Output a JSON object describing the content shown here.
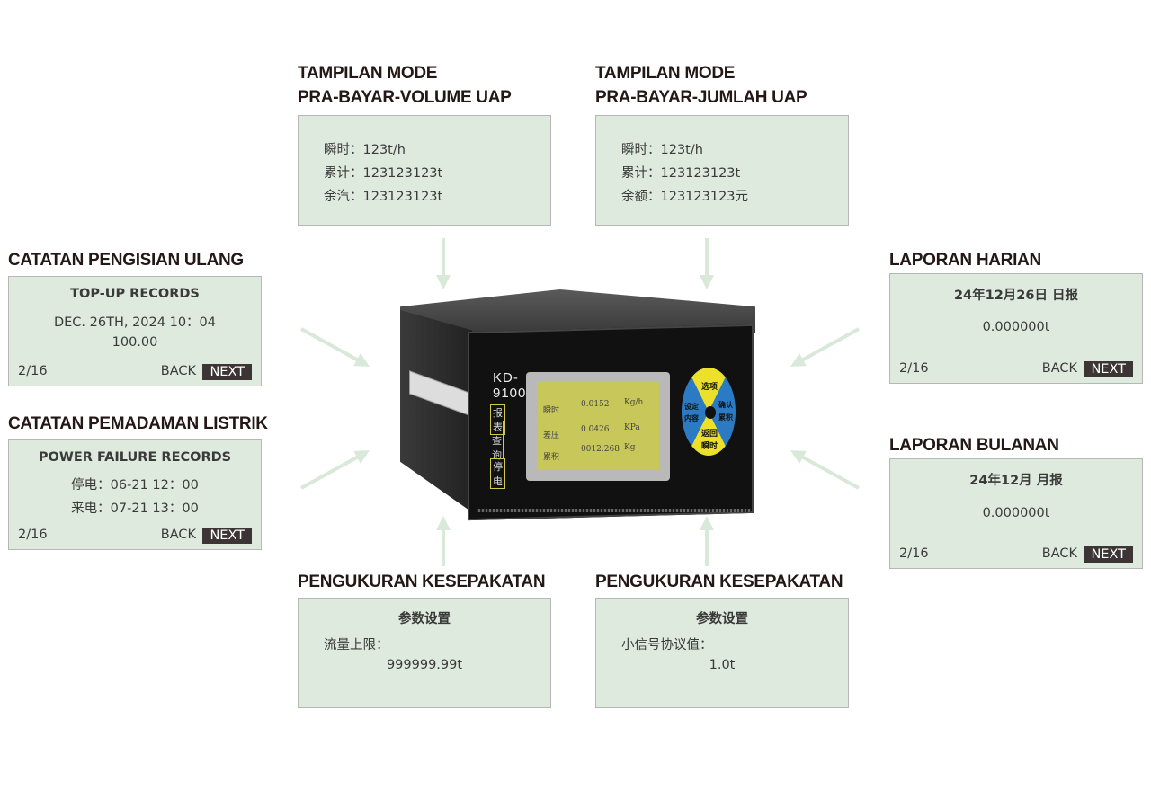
{
  "panels": {
    "prepaid_volume": {
      "heading1": "TAMPILAN MODE",
      "heading2": "PRA-BAYAR-VOLUME UAP",
      "lines": [
        "瞬时：123t/h",
        "累计：123123123t",
        "余汽：123123123t"
      ]
    },
    "prepaid_amount": {
      "heading1": "TAMPILAN MODE",
      "heading2": "PRA-BAYAR-JUMLAH UAP",
      "lines": [
        "瞬时：123t/h",
        "累计：123123123t",
        "余额：123123123元"
      ]
    },
    "topup": {
      "heading": "CATATAN PENGISIAN ULANG",
      "title": "TOP-UP RECORDS",
      "line1": "DEC. 26TH, 2024  10：04",
      "line2": "100.00",
      "page": "2/16",
      "back": "BACK",
      "next": "NEXT"
    },
    "power_failure": {
      "heading": "CATATAN PEMADAMAN LISTRIK",
      "title": "POWER FAILURE RECORDS",
      "line1": "停电：06-21 12：00",
      "line2": "来电：07-21 13：00",
      "page": "2/16",
      "back": "BACK",
      "next": "NEXT"
    },
    "daily": {
      "heading": "LAPORAN HARIAN",
      "title": "24年12月26日 日报",
      "value": "0.000000t",
      "page": "2/16",
      "back": "BACK",
      "next": "NEXT"
    },
    "monthly": {
      "heading": "LAPORAN BULANAN",
      "title": "24年12月 月报",
      "value": "0.000000t",
      "page": "2/16",
      "back": "BACK",
      "next": "NEXT"
    },
    "agreement1": {
      "heading": "PENGUKURAN KESEPAKATAN",
      "title": "参数设置",
      "label": "流量上限：",
      "value": "999999.99t"
    },
    "agreement2": {
      "heading": "PENGUKURAN KESEPAKATAN",
      "title": "参数设置",
      "label": "小信号协议值：",
      "value": "1.0t"
    }
  },
  "device": {
    "model": "KD-9100",
    "screen": [
      {
        "label": "瞬时",
        "value": "0.0152",
        "unit": "Kg/h"
      },
      {
        "label": "差压",
        "value": "0.0426",
        "unit": "KPa"
      },
      {
        "label": "累积",
        "value": "0012.268",
        "unit": "Kg"
      }
    ],
    "left_buttons": {
      "report": "报表",
      "query": "查询",
      "power": "停电"
    },
    "keypad": {
      "option": "选项",
      "set": "设定",
      "content": "内容",
      "confirm": "确认",
      "total": "累积",
      "return": "返回",
      "instant": "瞬时"
    }
  },
  "colors": {
    "panel_bg": "#dfeadf",
    "arrow": "#dbe9dc",
    "keypad_yellow": "#ede02a",
    "keypad_blue": "#2b7bc4"
  }
}
